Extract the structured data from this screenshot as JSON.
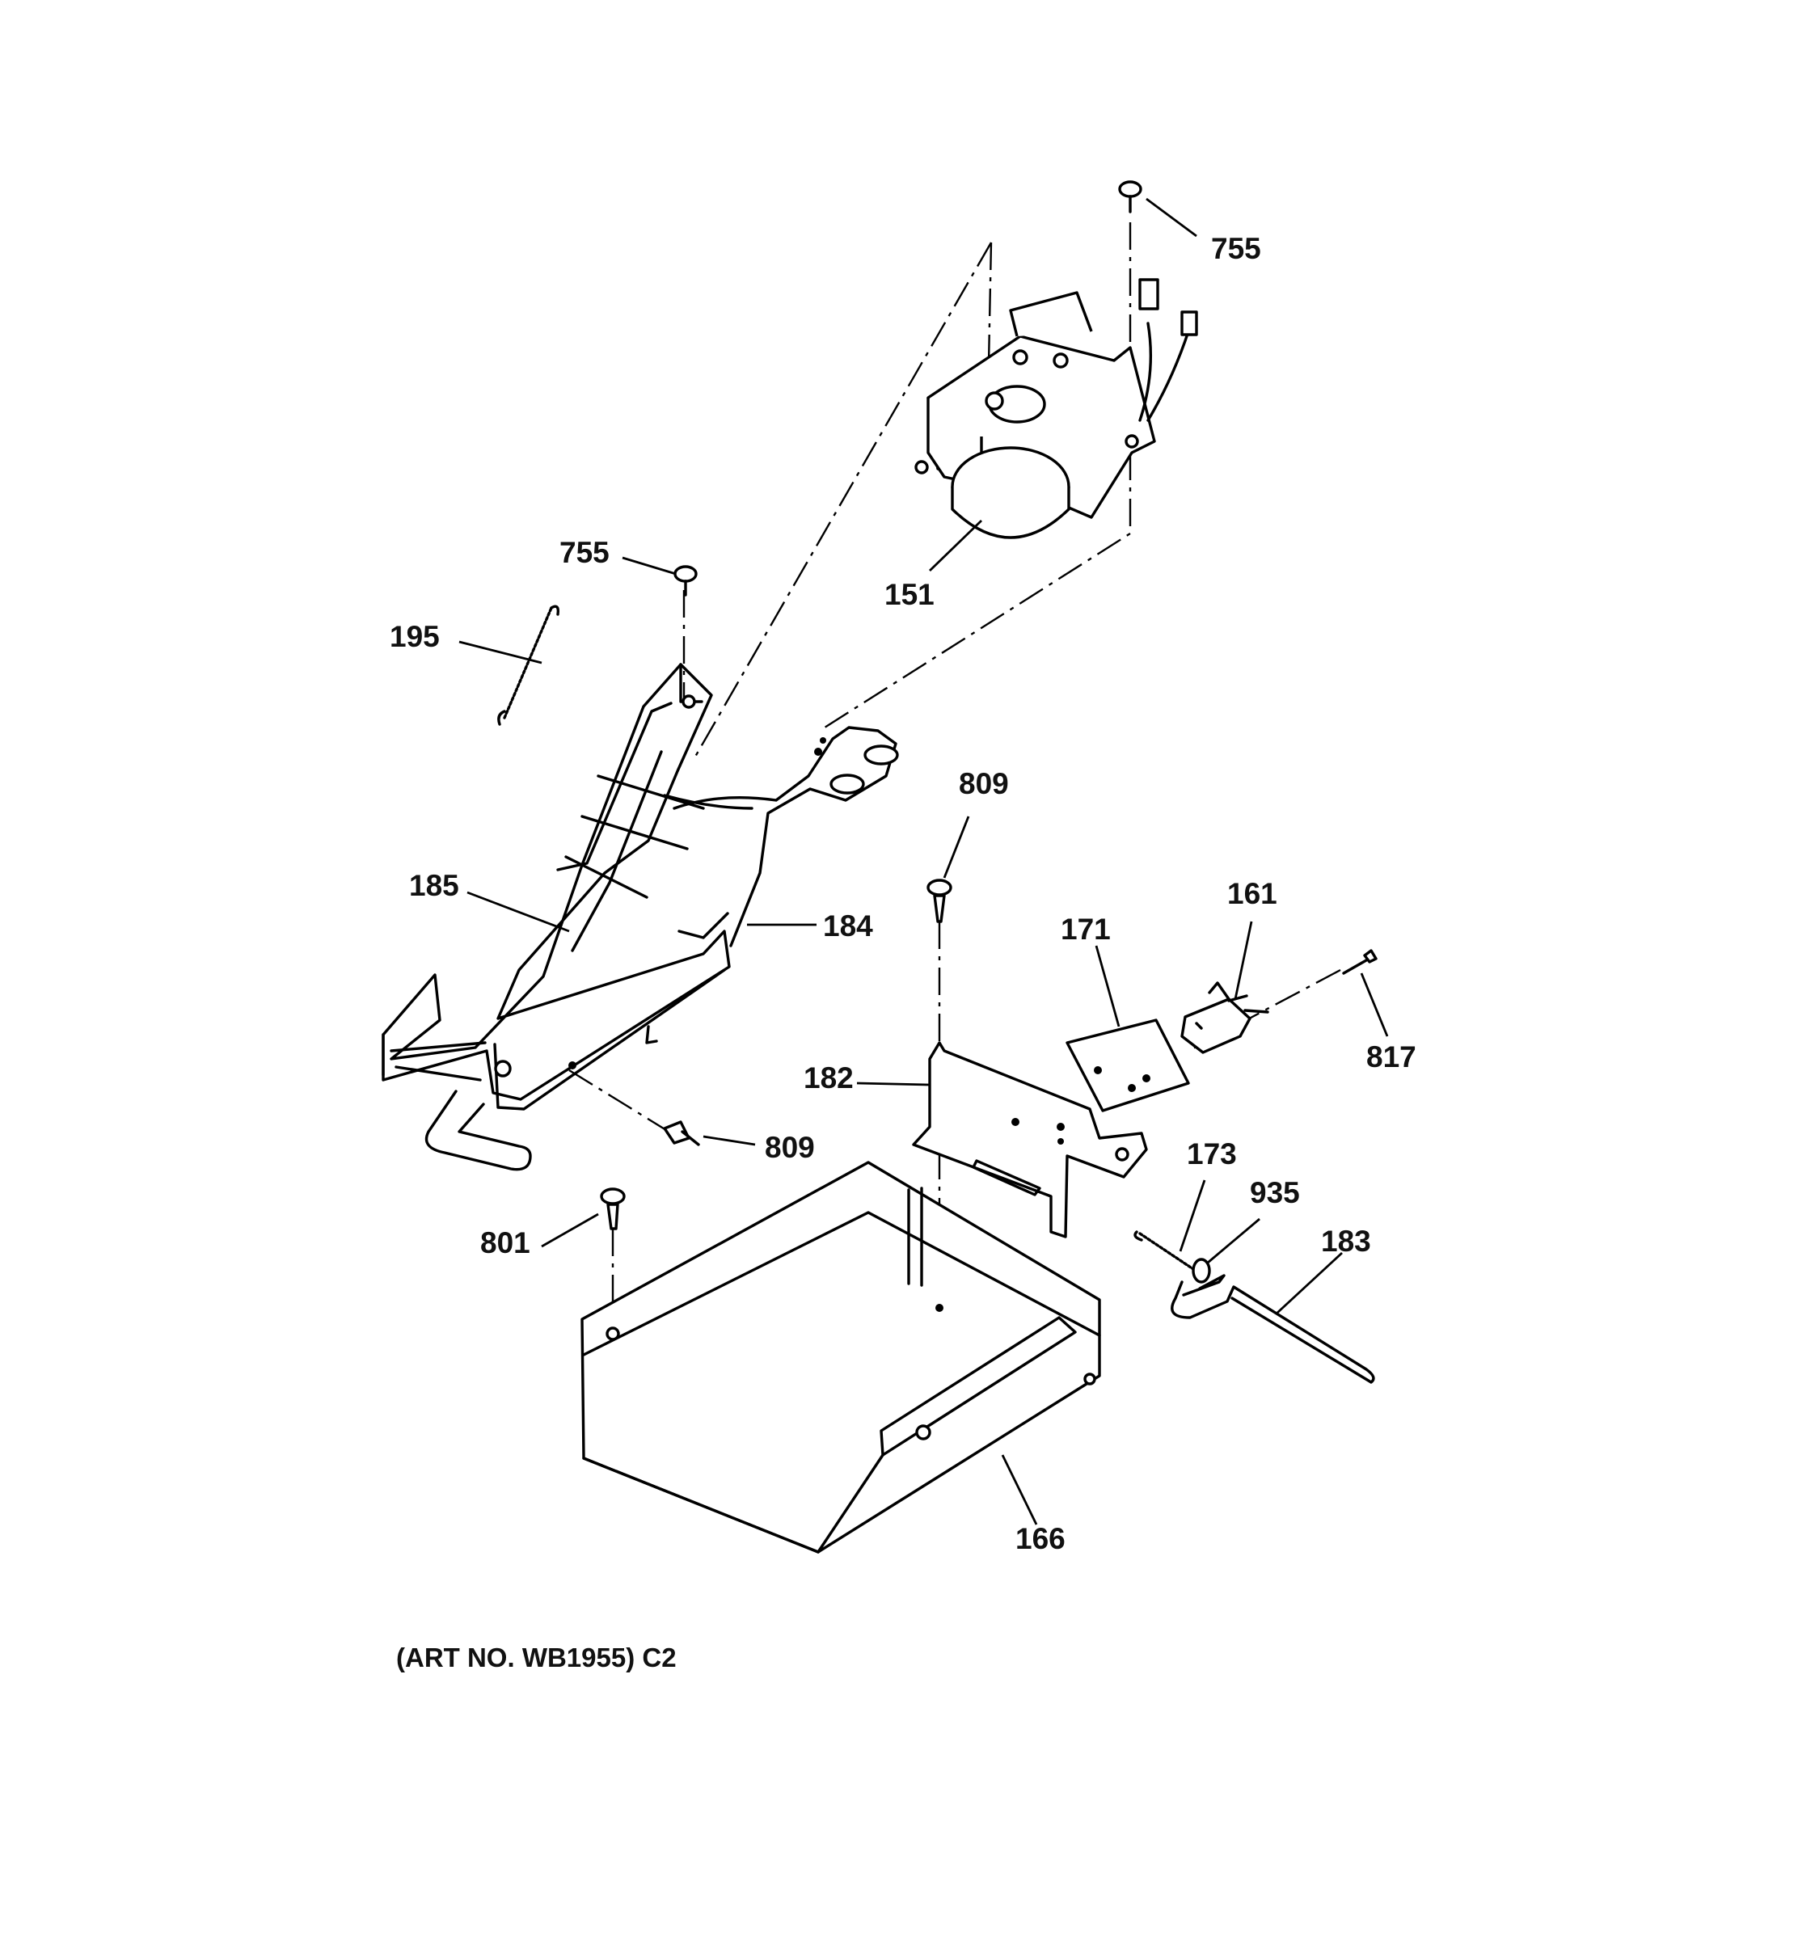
{
  "callouts": {
    "p755_top": "755",
    "p151": "151",
    "p755_left": "755",
    "p195": "195",
    "p185": "185",
    "p184": "184",
    "p809_mid": "809",
    "p809_low": "809",
    "p161": "161",
    "p171": "171",
    "p817": "817",
    "p182": "182",
    "p173": "173",
    "p935": "935",
    "p183": "183",
    "p801": "801",
    "p166": "166"
  },
  "caption": "(ART NO. WB1955) C2"
}
